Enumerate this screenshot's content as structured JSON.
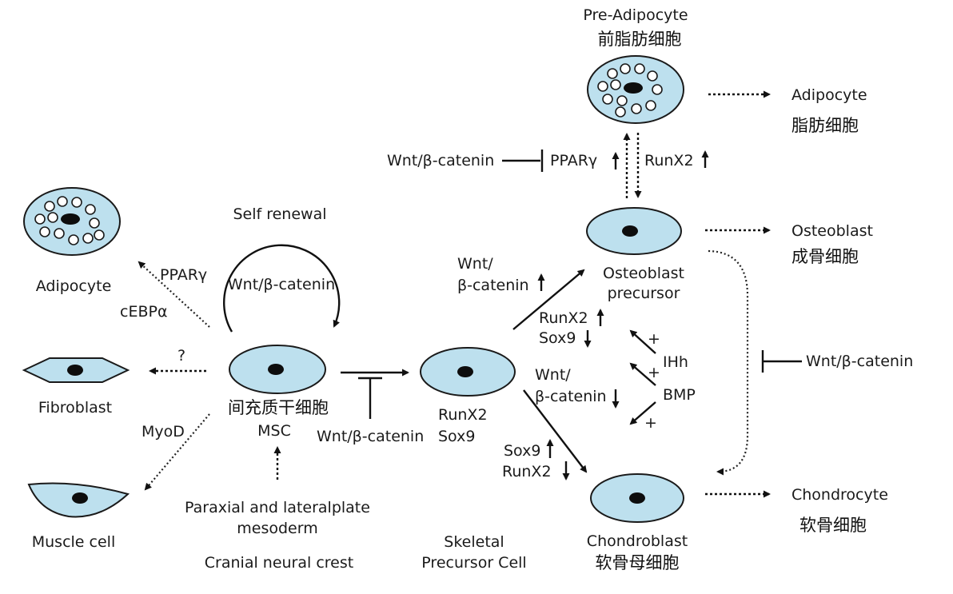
{
  "pre_adipocyte": {
    "label": "Pre-Adipocyte",
    "label_zh": "前脂肪细胞"
  },
  "adipocyte_right": {
    "label": "Adipocyte",
    "label_zh": "脂肪细胞"
  },
  "osteoblast": {
    "label": "Osteoblast",
    "label_zh": "成骨细胞"
  },
  "chondrocyte": {
    "label": "Chondrocyte",
    "label_zh": "软骨细胞"
  },
  "osteoblast_precursor": {
    "line1": "Osteoblast",
    "line2": "precursor"
  },
  "chondroblast": {
    "label": "Chondroblast",
    "label_zh": "软骨母细胞"
  },
  "msc": {
    "label_zh": "间充质干细胞",
    "label": "MSC"
  },
  "skeletal_precursor": {
    "markers": [
      "RunX2",
      "Sox9"
    ],
    "line1": "Skeletal",
    "line2": "Precursor Cell"
  },
  "left_fates": {
    "adipocyte": "Adipocyte",
    "fibroblast": "Fibroblast",
    "muscle_cell": "Muscle cell",
    "pparg": "PPARγ",
    "cebpa": "cEBPα",
    "question": "?",
    "myod": "MyoD"
  },
  "self_renewal": {
    "label": "Self renewal",
    "factor": "Wnt/β-catenin"
  },
  "origins": {
    "line1": "Paraxial and lateralplate",
    "line2": "mesoderm",
    "line3": "Cranial neural crest"
  },
  "inhibitor_msc": "Wnt/β-catenin",
  "inhibitor_top": "Wnt/β-catenin",
  "pparg_up": "PPARγ",
  "runx2_up_top": "RunX2",
  "wnt_up": {
    "line1": "Wnt/",
    "line2": "β-catenin"
  },
  "runx2_sox9_mid": {
    "runx2": "RunX2",
    "sox9": "Sox9"
  },
  "wnt_down": {
    "line1": "Wnt/",
    "line2": "β-catenin"
  },
  "sox9_runx2_low": {
    "sox9": "Sox9",
    "runx2": "RunX2"
  },
  "ihh": "IHh",
  "bmp": "BMP",
  "plus": "+",
  "inhibitor_right": "Wnt/β-catenin",
  "colors": {
    "cell_fill": "#bde0ee",
    "outline": "#1a1a1a",
    "nucleus": "#0d0d0d"
  }
}
